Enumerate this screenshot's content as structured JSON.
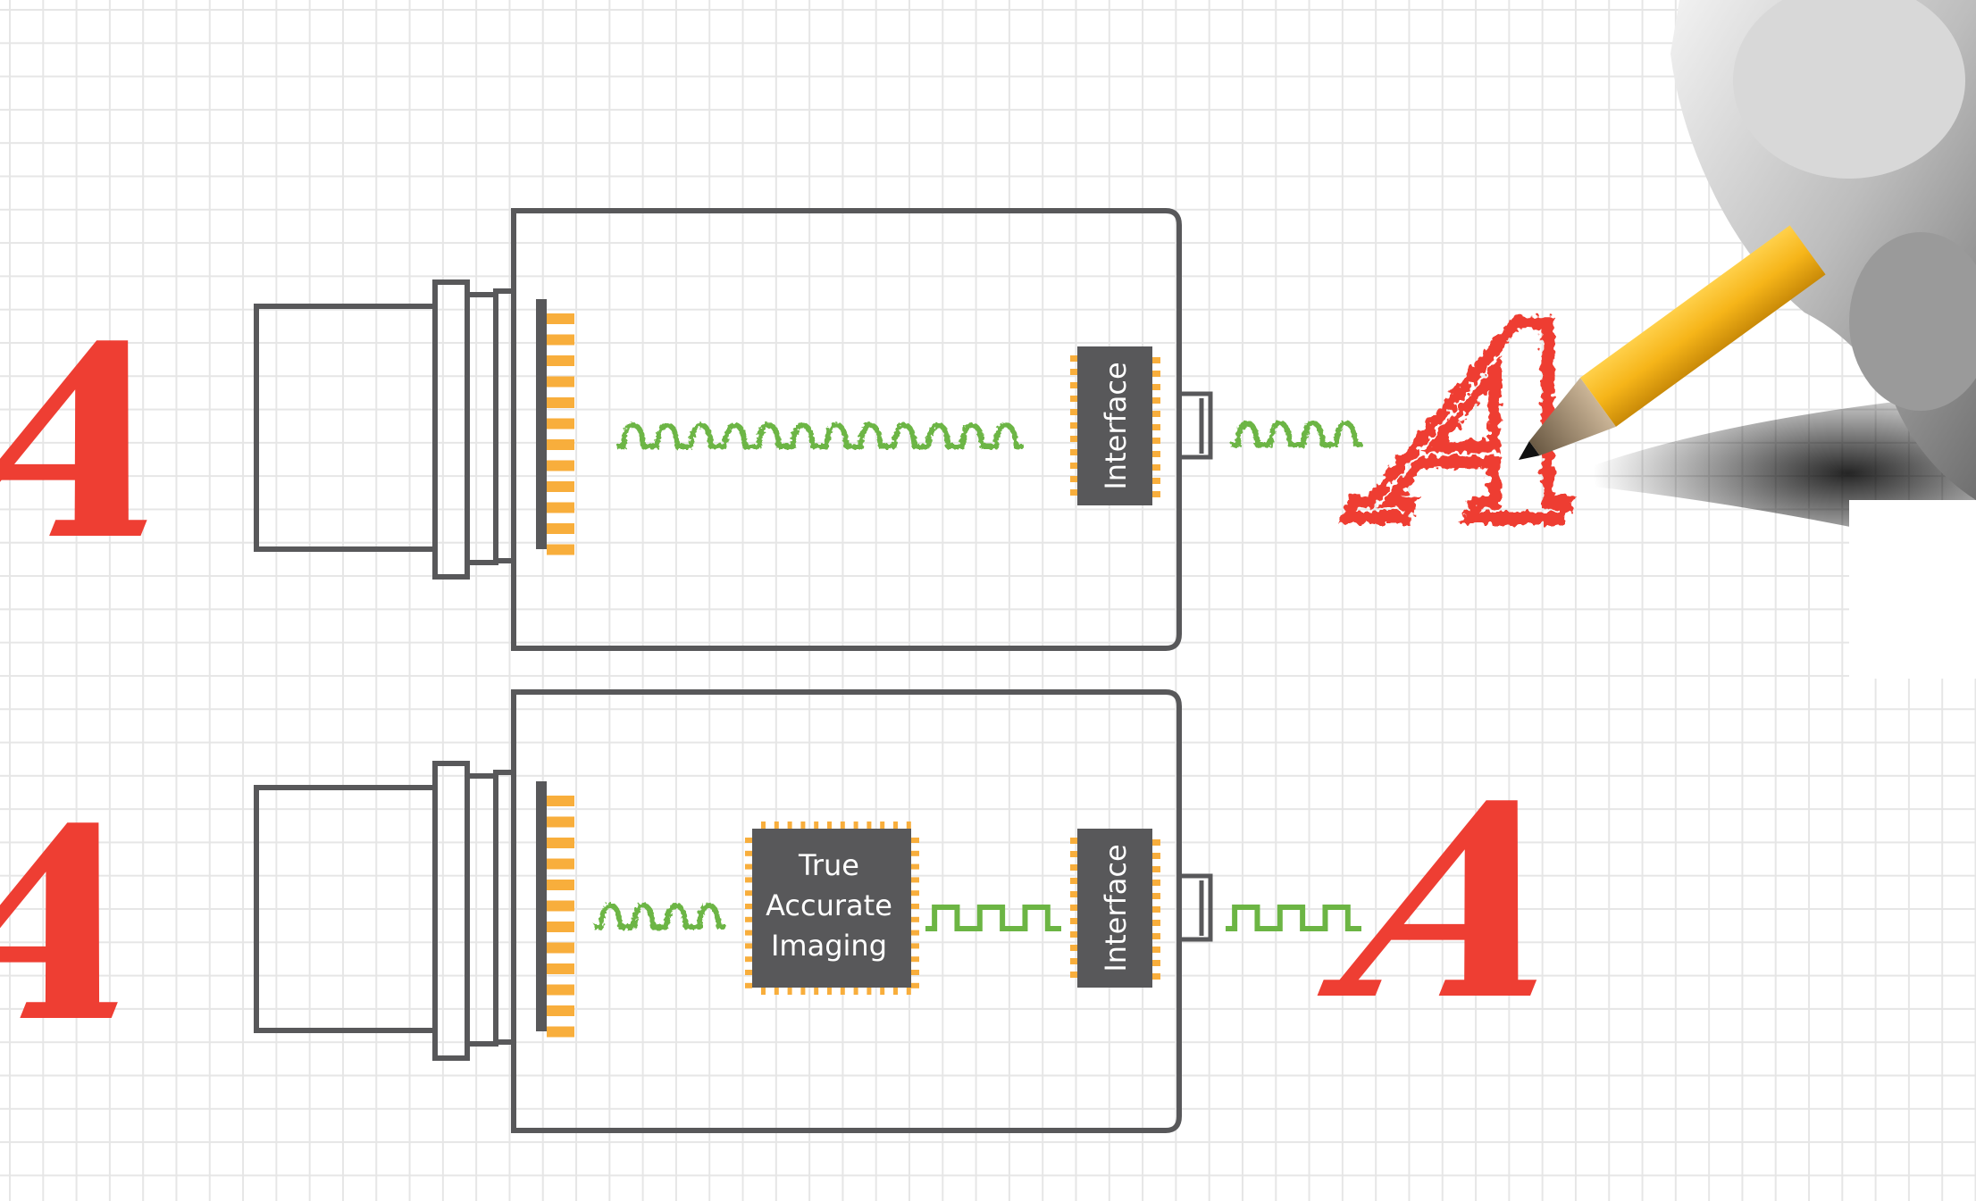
{
  "diagram": {
    "title": "Camera imaging pipeline comparison",
    "colors": {
      "outline": "#58585a",
      "chip": "#58585a",
      "pins": "#f8ae3c",
      "signal": "#6cb544",
      "letter": "#ee3e33",
      "pencil": "#f6b519",
      "grid": "#e6e6e6"
    },
    "pipelines": [
      {
        "id": "standard",
        "input_letter": "A",
        "stages": [
          "lens",
          "sensor",
          "noisy-signal",
          "interface",
          "noisy-output"
        ],
        "interface_label": "Interface",
        "output_letter": "A",
        "output_style": "scribbled"
      },
      {
        "id": "tai",
        "input_letter": "A",
        "stages": [
          "lens",
          "sensor",
          "noisy-signal",
          "processor",
          "clean-signal",
          "interface",
          "clean-output"
        ],
        "processor_label_lines": [
          "True",
          "Accurate",
          "Imaging"
        ],
        "interface_label": "Interface",
        "output_letter": "A",
        "output_style": "clean"
      }
    ],
    "decorations": [
      "hand-holding-pencil-icon",
      "graph-paper-background"
    ]
  }
}
